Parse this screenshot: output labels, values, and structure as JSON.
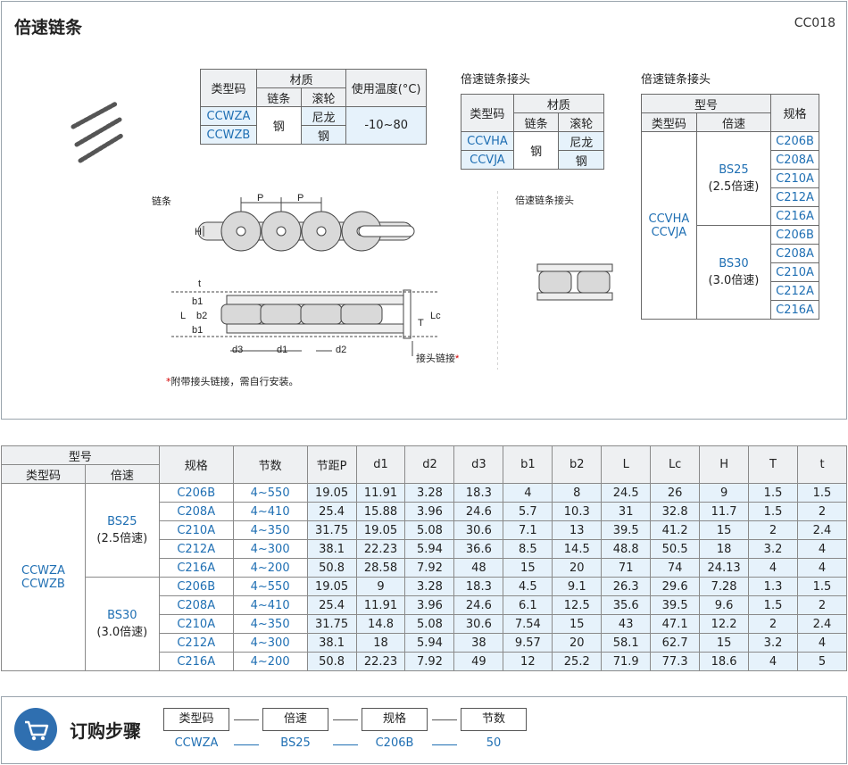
{
  "header": {
    "title": "倍速链条",
    "code": "CC018"
  },
  "chain_material": {
    "h_type": "类型码",
    "h_material": "材质",
    "h_chain": "链条",
    "h_roller": "滚轮",
    "h_temp": "使用温度(°C)",
    "types": [
      "CCWZA",
      "CCWZB"
    ],
    "chain_mat": "钢",
    "roller_mats": [
      "尼龙",
      "钢"
    ],
    "temp": "-10~80"
  },
  "joint_material": {
    "label": "倍速链条接头",
    "h_type": "类型码",
    "h_material": "材质",
    "h_chain": "链条",
    "h_roller": "滚轮",
    "types": [
      "CCVHA",
      "CCVJA"
    ],
    "chain_mat": "钢",
    "roller_mats": [
      "尼龙",
      "钢"
    ]
  },
  "joint_spec": {
    "label": "倍速链条接头",
    "h_model": "型号",
    "h_type": "类型码",
    "h_speed": "倍速",
    "h_spec": "规格",
    "type_line1": "CCVHA",
    "type_line2": "CCVJA",
    "groups": [
      {
        "speed": "BS25",
        "ratio": "(2.5倍速)",
        "specs": [
          "C206B",
          "C208A",
          "C210A",
          "C212A",
          "C216A"
        ]
      },
      {
        "speed": "BS30",
        "ratio": "(3.0倍速)",
        "specs": [
          "C206B",
          "C208A",
          "C210A",
          "C212A",
          "C216A"
        ]
      }
    ]
  },
  "drawing": {
    "chain_label": "链条",
    "joint_label": "倍速链条接头",
    "link_label": "接头链接",
    "note_mark": "*",
    "note": "附带接头链接，需自行安装。",
    "dims": {
      "p": "P",
      "h": "H",
      "l": "L",
      "t": "t",
      "t2": "T",
      "lc": "Lc",
      "b1": "b1",
      "b2": "b2",
      "d1": "d1",
      "d2": "d2",
      "d3": "d3"
    }
  },
  "spec_table": {
    "h_model": "型号",
    "h_type": "类型码",
    "h_speed": "倍速",
    "h_spec": "规格",
    "h_count": "节数",
    "h_pitch": "节距P",
    "h_d1": "d1",
    "h_d2": "d2",
    "h_d3": "d3",
    "h_b1": "b1",
    "h_b2": "b2",
    "h_L": "L",
    "h_Lc": "Lc",
    "h_H": "H",
    "h_T": "T",
    "h_t": "t",
    "type_line1": "CCWZA",
    "type_line2": "CCWZB",
    "groups": [
      {
        "speed": "BS25",
        "ratio": "(2.5倍速)",
        "rows": [
          {
            "spec": "C206B",
            "count": "4~550",
            "v": [
              "19.05",
              "11.91",
              "3.28",
              "18.3",
              "4",
              "8",
              "24.5",
              "26",
              "9",
              "1.5",
              "1.5"
            ]
          },
          {
            "spec": "C208A",
            "count": "4~410",
            "v": [
              "25.4",
              "15.88",
              "3.96",
              "24.6",
              "5.7",
              "10.3",
              "31",
              "32.8",
              "11.7",
              "1.5",
              "2"
            ]
          },
          {
            "spec": "C210A",
            "count": "4~350",
            "v": [
              "31.75",
              "19.05",
              "5.08",
              "30.6",
              "7.1",
              "13",
              "39.5",
              "41.2",
              "15",
              "2",
              "2.4"
            ]
          },
          {
            "spec": "C212A",
            "count": "4~300",
            "v": [
              "38.1",
              "22.23",
              "5.94",
              "36.6",
              "8.5",
              "14.5",
              "48.8",
              "50.5",
              "18",
              "3.2",
              "4"
            ]
          },
          {
            "spec": "C216A",
            "count": "4~200",
            "v": [
              "50.8",
              "28.58",
              "7.92",
              "48",
              "15",
              "20",
              "71",
              "74",
              "24.13",
              "4",
              "4"
            ]
          }
        ]
      },
      {
        "speed": "BS30",
        "ratio": "(3.0倍速)",
        "rows": [
          {
            "spec": "C206B",
            "count": "4~550",
            "v": [
              "19.05",
              "9",
              "3.28",
              "18.3",
              "4.5",
              "9.1",
              "26.3",
              "29.6",
              "7.28",
              "1.3",
              "1.5"
            ]
          },
          {
            "spec": "C208A",
            "count": "4~410",
            "v": [
              "25.4",
              "11.91",
              "3.96",
              "24.6",
              "6.1",
              "12.5",
              "35.6",
              "39.5",
              "9.6",
              "1.5",
              "2"
            ]
          },
          {
            "spec": "C210A",
            "count": "4~350",
            "v": [
              "31.75",
              "14.8",
              "5.08",
              "30.6",
              "7.54",
              "15",
              "43",
              "47.1",
              "12.2",
              "2",
              "2.4"
            ]
          },
          {
            "spec": "C212A",
            "count": "4~300",
            "v": [
              "38.1",
              "18",
              "5.94",
              "38",
              "9.57",
              "20",
              "58.1",
              "62.7",
              "15",
              "3.2",
              "4"
            ]
          },
          {
            "spec": "C216A",
            "count": "4~200",
            "v": [
              "50.8",
              "22.23",
              "7.92",
              "49",
              "12",
              "25.2",
              "71.9",
              "77.3",
              "18.6",
              "4",
              "5"
            ]
          }
        ]
      }
    ]
  },
  "order": {
    "title": "订购步骤",
    "steps": [
      {
        "label": "类型码",
        "value": "CCWZA"
      },
      {
        "label": "倍速",
        "value": "BS25"
      },
      {
        "label": "规格",
        "value": "C206B"
      },
      {
        "label": "节数",
        "value": "50"
      }
    ]
  },
  "colors": {
    "accent_blue": "#1f6fb3",
    "light_blue": "#e6f2fb",
    "header_gray": "#eef0f2",
    "note_red": "#d40000"
  }
}
